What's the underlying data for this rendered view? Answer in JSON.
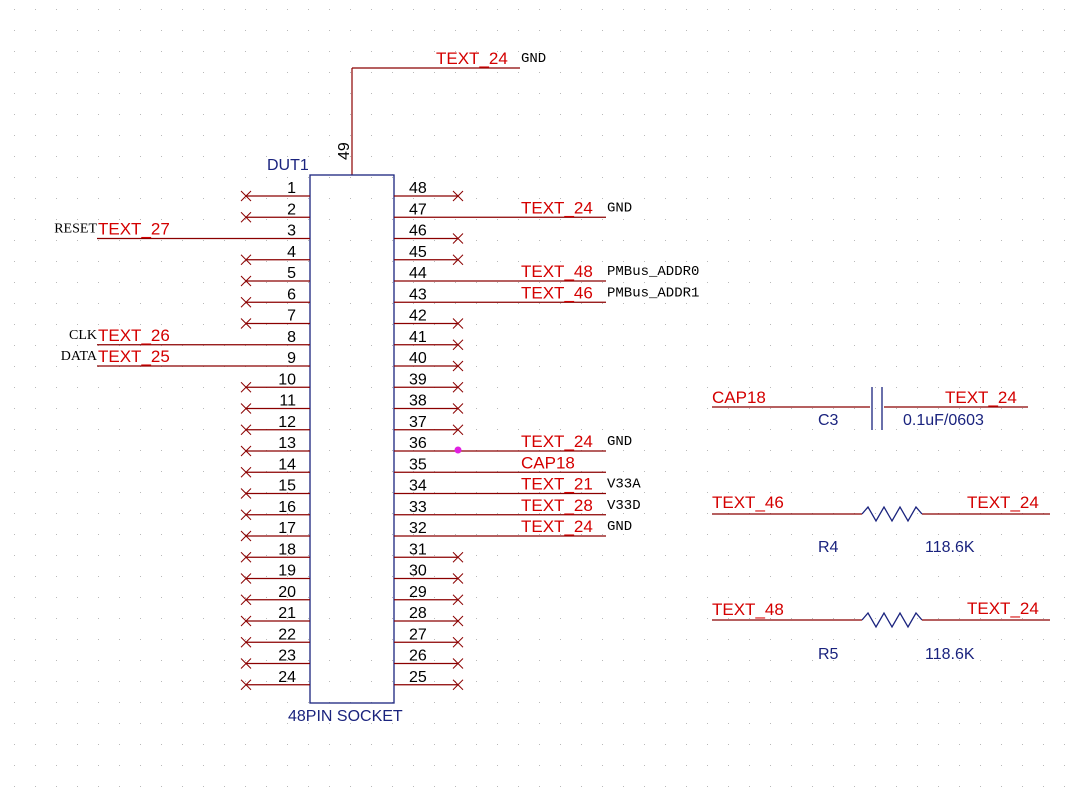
{
  "component": {
    "ref": "DUT1",
    "value": "48PIN SOCKET",
    "top_pin": "49"
  },
  "top_net": {
    "net": "TEXT_24",
    "label": "GND"
  },
  "left_pins": [
    "1",
    "2",
    "3",
    "4",
    "5",
    "6",
    "7",
    "8",
    "9",
    "10",
    "11",
    "12",
    "13",
    "14",
    "15",
    "16",
    "17",
    "18",
    "19",
    "20",
    "21",
    "22",
    "23",
    "24"
  ],
  "right_pins": [
    "48",
    "47",
    "46",
    "45",
    "44",
    "43",
    "42",
    "41",
    "40",
    "39",
    "38",
    "37",
    "36",
    "35",
    "34",
    "33",
    "32",
    "31",
    "30",
    "29",
    "28",
    "27",
    "26",
    "25"
  ],
  "left_connections": [
    {
      "pin": "3",
      "net": "TEXT_27",
      "label": "RESET"
    },
    {
      "pin": "8",
      "net": "TEXT_26",
      "label": "CLK"
    },
    {
      "pin": "9",
      "net": "TEXT_25",
      "label": "DATA"
    }
  ],
  "right_connections": [
    {
      "pin": "47",
      "net": "TEXT_24",
      "label": "GND"
    },
    {
      "pin": "44",
      "net": "TEXT_48",
      "label": "PMBus_ADDR0"
    },
    {
      "pin": "43",
      "net": "TEXT_46",
      "label": "PMBus_ADDR1"
    },
    {
      "pin": "36",
      "net": "TEXT_24",
      "label": "GND"
    },
    {
      "pin": "35",
      "net": "CAP18",
      "label": ""
    },
    {
      "pin": "34",
      "net": "TEXT_21",
      "label": "V33A"
    },
    {
      "pin": "33",
      "net": "TEXT_28",
      "label": "V33D"
    },
    {
      "pin": "32",
      "net": "TEXT_24",
      "label": "GND"
    }
  ],
  "capacitor": {
    "ref": "C3",
    "value": "0.1uF/0603",
    "net_left": "CAP18",
    "net_right": "TEXT_24"
  },
  "resistors": [
    {
      "ref": "R4",
      "value": "118.6K",
      "net_left": "TEXT_46",
      "net_right": "TEXT_24"
    },
    {
      "ref": "R5",
      "value": "118.6K",
      "net_left": "TEXT_48",
      "net_right": "TEXT_24"
    }
  ],
  "colors": {
    "net_label": "#d40000",
    "wire": "#8b0000",
    "component": "#1a237e",
    "junction": "#e020e0",
    "grid": "#b9b9b9"
  }
}
